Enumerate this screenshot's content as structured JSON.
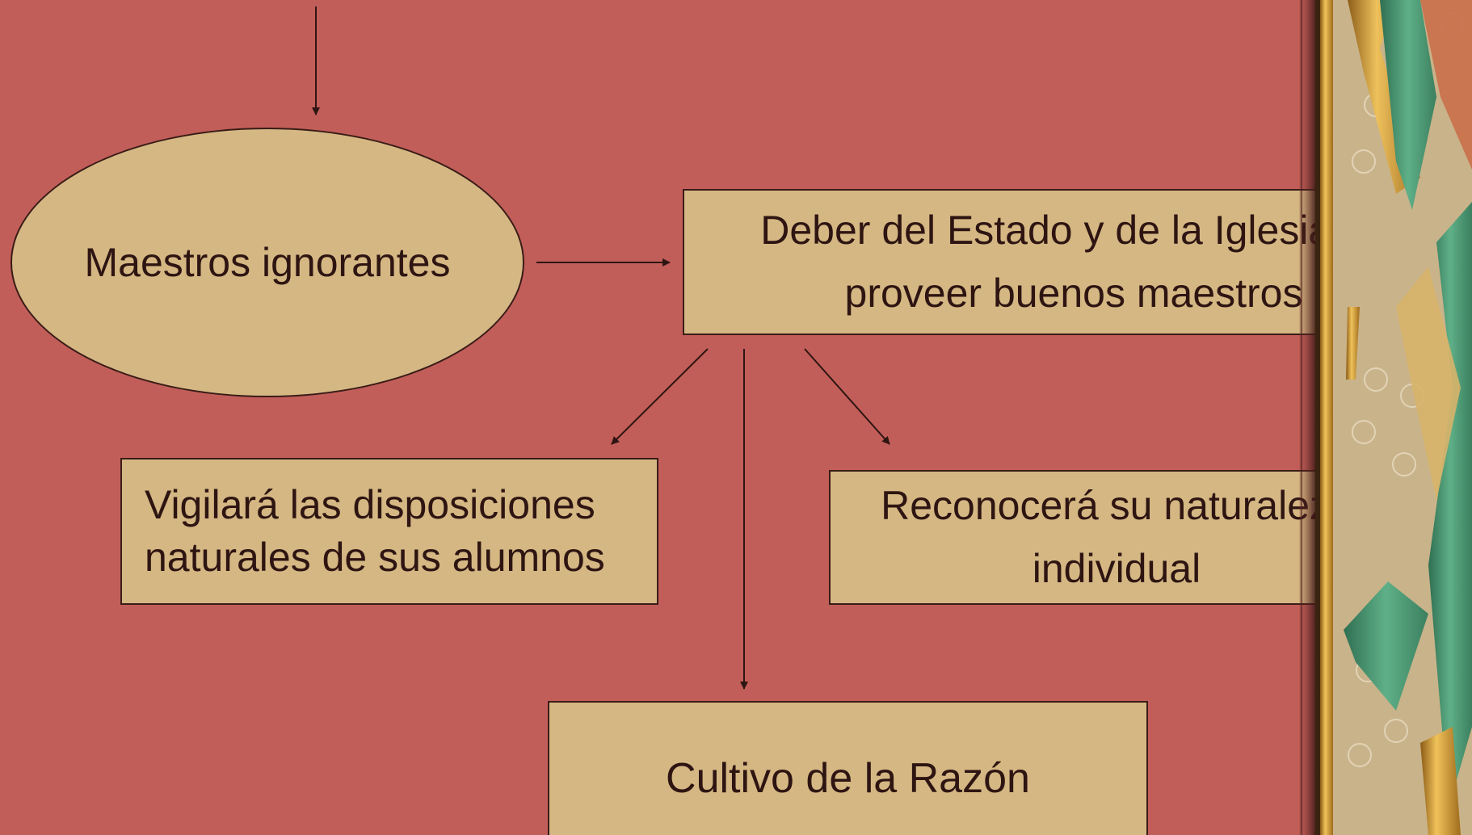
{
  "diagram": {
    "nodes": {
      "maestros_ignorantes": "Maestros ignorantes",
      "deber_estado": "Deber del Estado y de la Iglesia de\nproveer buenos maestros",
      "vigilara": "Vigilará las disposiciones\nnaturales de sus alumnos",
      "reconocera": "Reconocerá su naturaleza\nindividual",
      "cultivo": "Cultivo de la Razón"
    }
  },
  "colors": {
    "background": "#c25e59",
    "node_fill": "#d4b783",
    "border": "#3a1c17",
    "text": "#2e1512",
    "decor_gold": "#d9a441",
    "decor_green": "#4e9a73",
    "decor_tan": "#c9b38a"
  }
}
